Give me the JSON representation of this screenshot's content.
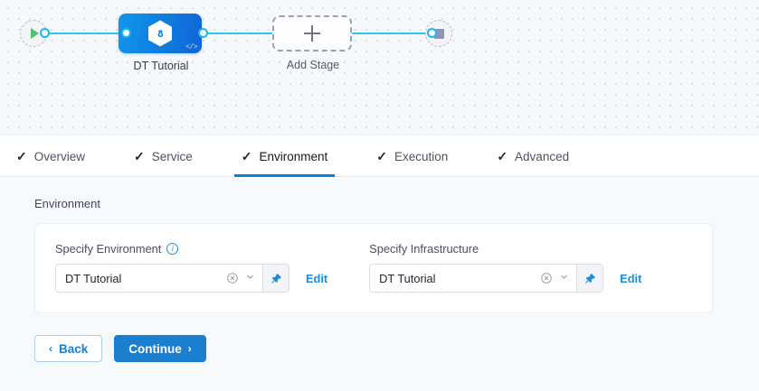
{
  "pipeline": {
    "start_node": {
      "name": "start-node",
      "icon": "play-icon"
    },
    "stage_node": {
      "label": "DT Tutorial",
      "icon": "hexagon-link-icon",
      "badge_icon": "code-icon"
    },
    "add_stage": {
      "label": "Add Stage",
      "icon": "plus-icon"
    },
    "end_node": {
      "name": "end-node",
      "icon": "stop-icon"
    }
  },
  "tabs": [
    {
      "label": "Overview",
      "check": "✓",
      "active": false
    },
    {
      "label": "Service",
      "check": "✓",
      "active": false
    },
    {
      "label": "Environment",
      "check": "✓",
      "active": true
    },
    {
      "label": "Execution",
      "check": "✓",
      "active": false
    },
    {
      "label": "Advanced",
      "check": "✓",
      "active": false
    }
  ],
  "section": {
    "title": "Environment"
  },
  "fields": {
    "environment": {
      "label": "Specify Environment",
      "info": "i",
      "value": "DT Tutorial",
      "edit_label": "Edit"
    },
    "infrastructure": {
      "label": "Specify Infrastructure",
      "value": "DT Tutorial",
      "edit_label": "Edit"
    }
  },
  "footer": {
    "back_label": "Back",
    "back_arrow": "‹",
    "continue_label": "Continue",
    "continue_arrow": "›"
  },
  "colors": {
    "accent": "#1b7fd0",
    "wire": "#2dc3f2",
    "node_blue": "#0e7fe0",
    "canvas_bg": "#f6f9fc",
    "content_bg": "#f7fafc",
    "play_green": "#4dc26a",
    "stop_gray": "#9094ad"
  }
}
